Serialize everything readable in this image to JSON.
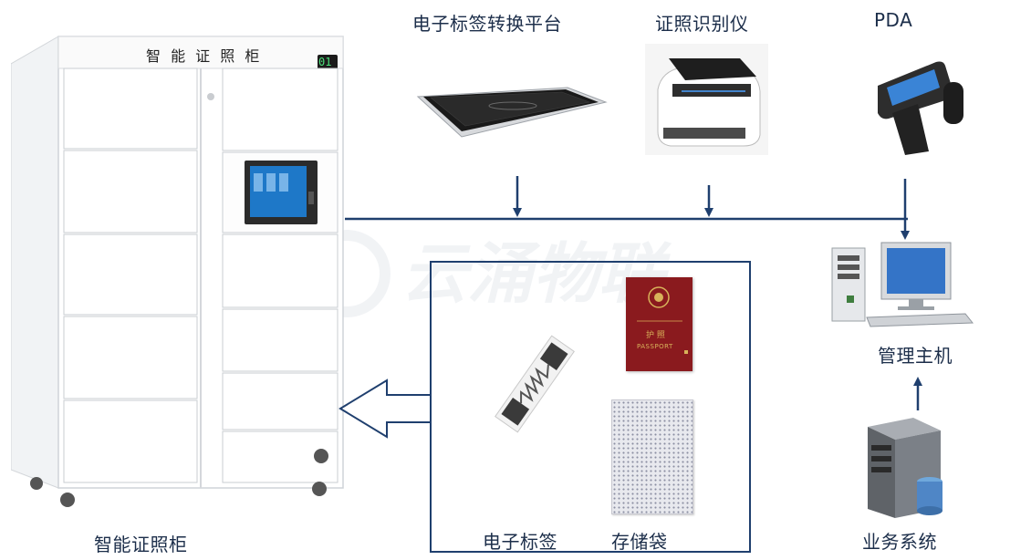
{
  "cabinet": {
    "header_text": "智 能 证 照 柜",
    "counter_display": "01",
    "label": "智能证照柜"
  },
  "devices": {
    "tablet_label": "电子标签转换平台",
    "scanner_label": "证照识别仪",
    "pda_label": "PDA"
  },
  "host": {
    "label": "管理主机"
  },
  "business": {
    "label": "业务系统"
  },
  "items": {
    "tag_label": "电子标签",
    "bag_label": "存储袋",
    "passport_cover_text": "护 照",
    "passport_cover_sub": "PASSPORT"
  },
  "watermark": {
    "text": "云涌物联"
  },
  "colors": {
    "line": "#1f3f6e",
    "cabinet_body": "#ffffff",
    "cabinet_edge": "#c8ccd2",
    "screen_frame": "#2b2b2b",
    "screen": "#1e78c8",
    "passport": "#8a1a1e"
  }
}
